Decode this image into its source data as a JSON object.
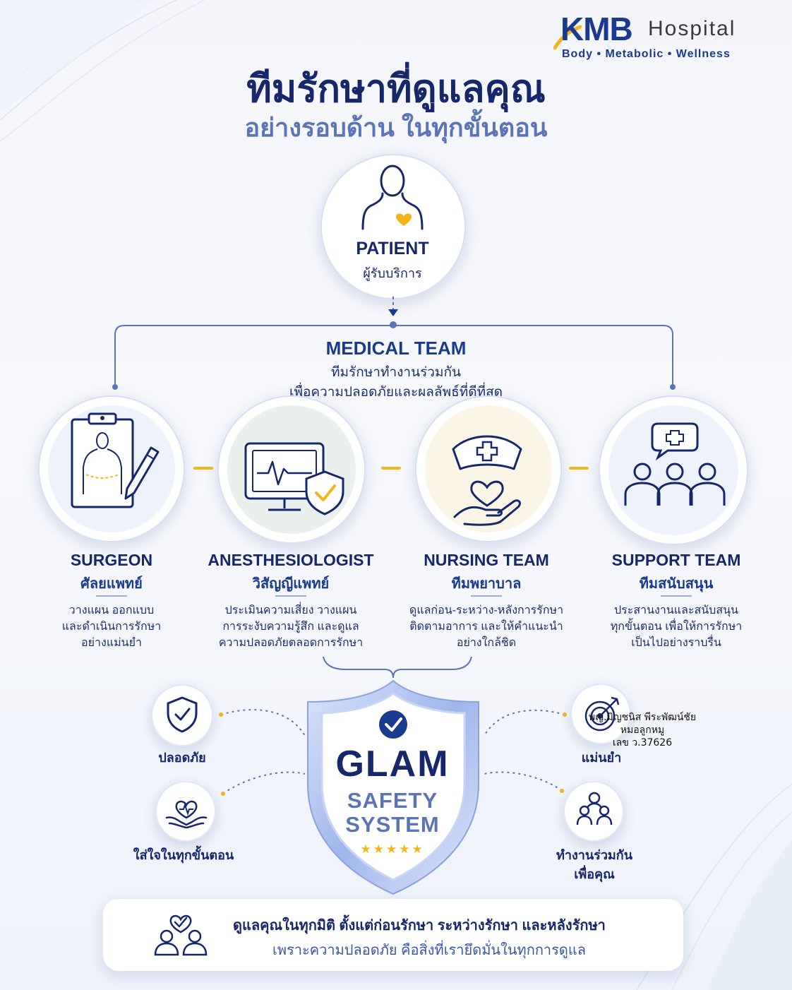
{
  "brand": {
    "logo_main": "KMB",
    "logo_hospital": "Hospital",
    "tagline": "Body • Metabolic • Wellness"
  },
  "header": {
    "title": "ทีมรักษาที่ดูแลคุณ",
    "subtitle": "อย่างรอบด้าน ในทุกขั้นตอน"
  },
  "patient": {
    "label": "PATIENT",
    "sublabel": "ผู้รับบริการ",
    "icon": "person-heart-icon"
  },
  "medical_team": {
    "title": "MEDICAL TEAM",
    "desc_line1": "ทีมรักษาทำงานร่วมกัน",
    "desc_line2": "เพื่อความปลอดภัยและผลลัพธ์ที่ดีที่สุด"
  },
  "roles": [
    {
      "title": "SURGEON",
      "sub": "ศัลยแพทย์",
      "desc1": "วางแผน ออกแบบ",
      "desc2": "และดำเนินการรักษา",
      "desc3": "อย่างแม่นยำ",
      "icon": "clipboard-pen-icon"
    },
    {
      "title": "ANESTHESIOLOGIST",
      "sub": "วิสัญญีแพทย์",
      "desc1": "ประเมินความเสี่ยง วางแผน",
      "desc2": "การระงับความรู้สึก และดูแล",
      "desc3": "ความปลอดภัยตลอดการรักษา",
      "icon": "monitor-shield-icon"
    },
    {
      "title": "NURSING TEAM",
      "sub": "ทีมพยาบาล",
      "desc1": "ดูแลก่อน-ระหว่าง-หลังการรักษา",
      "desc2": "ติดตามอาการ และให้คำแนะนำ",
      "desc3": "อย่างใกล้ชิด",
      "icon": "nurse-cap-heart-hand-icon"
    },
    {
      "title": "SUPPORT TEAM",
      "sub": "ทีมสนับสนุน",
      "desc1": "ประสานงานและสนับสนุน",
      "desc2": "ทุกขั้นตอน เพื่อให้การรักษา",
      "desc3": "เป็นไปอย่างราบรื่น",
      "icon": "group-chat-plus-icon"
    }
  ],
  "shield": {
    "glam": "GLAM",
    "safety": "SAFETY",
    "system": "SYSTEM",
    "stars": "★★★★★",
    "stars_count": 5
  },
  "features": {
    "safe": "ปลอดภัย",
    "care_line": "ใส่ใจในทุกขั้นตอน",
    "precise": "แม่นยำ",
    "team_line1": "ทำงานร่วมกัน",
    "team_line2": "เพื่อคุณ"
  },
  "watermark": {
    "line1": "พญ.มิญชนิส พีระพัฒน์ชัย",
    "line2": "หมอลูกหมู",
    "line3": "เลข ว.37626"
  },
  "banner": {
    "line1": "ดูแลคุณในทุกมิติ ตั้งแต่ก่อนรักษา ระหว่างรักษา และหลังรักษา",
    "line2": "เพราะความปลอดภัย คือสิ่งที่เรายึดมั่นในทุกการดูแล",
    "icon": "people-heart-icon"
  },
  "colors": {
    "navy": "#16276b",
    "blue": "#1a3a8f",
    "light_blue": "#5b74b8",
    "accent_yellow": "#f2b51c"
  }
}
